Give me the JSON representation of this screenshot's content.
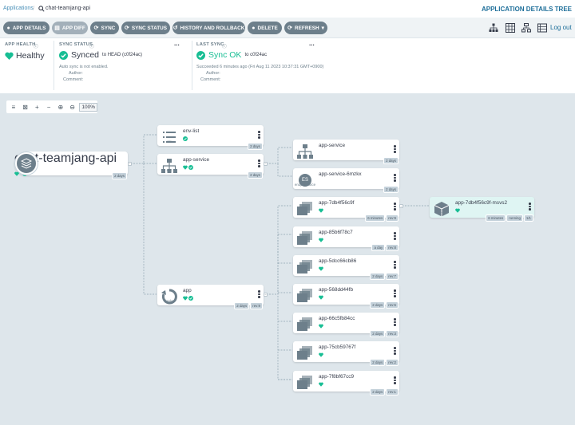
{
  "breadcrumb": {
    "root": "Applications",
    "current": "chat-teamjang-api"
  },
  "page_title": "APPLICATION DETAILS TREE",
  "toolbar": {
    "app_details": "APP DETAILS",
    "app_diff": "APP DIFF",
    "sync": "SYNC",
    "sync_status": "SYNC STATUS",
    "history": "HISTORY AND ROLLBACK",
    "delete": "DELETE",
    "refresh": "REFRESH",
    "logout": "Log out"
  },
  "status": {
    "health_label": "APP HEALTH",
    "health_value": "Healthy",
    "sync_label": "SYNC STATUS",
    "sync_value": "Synced",
    "sync_target": "to HEAD (c0f24ac)",
    "auto_sync": "Auto sync is not enabled.",
    "author_label": "Author:",
    "comment_label": "Comment:",
    "last_sync_label": "LAST SYNC",
    "last_sync_value": "Sync OK",
    "last_sync_target": "to c0f24ac",
    "succeeded": "Succeeded 6 minutes ago (Fri Aug 11 2023 10:37:31 GMT+0900)",
    "more": "..."
  },
  "zoom": {
    "percent": "100%"
  },
  "colors": {
    "healthy": "#18be94",
    "accent": "#1d6e99",
    "button": "#6d7f8b",
    "canvas": "#dee6eb"
  },
  "app": {
    "name": "chat-teamjang-api",
    "age": "2 days"
  },
  "nodes": {
    "env_list": {
      "name": "env-list",
      "kind": "cm",
      "tags": [
        "2 days"
      ]
    },
    "app_service": {
      "name": "app-service",
      "kind": "svc",
      "tags": [
        "2 days"
      ]
    },
    "app_deploy": {
      "name": "app",
      "kind": "deploy",
      "tags": [
        "2 days",
        "rev:9"
      ]
    },
    "ep": {
      "name": "app-service",
      "kind": "ep",
      "tags": [
        "2 days"
      ]
    },
    "eps": {
      "name": "app-service-6mzkx",
      "kind": "endpointslice",
      "icon_text": "ES",
      "tags": [
        "2 days"
      ]
    },
    "rs": [
      {
        "name": "app-7db4f56c9f",
        "kind": "rs",
        "tags": [
          "6 minutes",
          "rev:9"
        ]
      },
      {
        "name": "app-85b6f78c7",
        "kind": "rs",
        "tags": [
          "a day",
          "rev:8"
        ]
      },
      {
        "name": "app-5dcc66cb86",
        "kind": "rs",
        "tags": [
          "2 days",
          "rev:7"
        ]
      },
      {
        "name": "app-568dd44fb",
        "kind": "rs",
        "tags": [
          "2 days",
          "rev:6"
        ]
      },
      {
        "name": "app-66c5fb84cc",
        "kind": "rs",
        "tags": [
          "2 days",
          "rev:3"
        ]
      },
      {
        "name": "app-75cb59767f",
        "kind": "rs",
        "tags": [
          "2 days",
          "rev:2"
        ]
      },
      {
        "name": "app-7f8bf67cc9",
        "kind": "rs",
        "tags": [
          "2 days",
          "rev:1"
        ]
      }
    ],
    "pod": {
      "name": "app-7db4f56c9f-msvs2",
      "kind": "pod",
      "tags": [
        "6 minutes",
        "running",
        "1/1"
      ]
    }
  }
}
